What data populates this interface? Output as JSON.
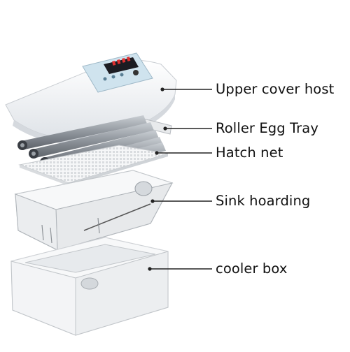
{
  "labels": {
    "upper_cover_host": "Upper cover host",
    "roller_egg_tray": "Roller Egg Tray",
    "hatch_net": "Hatch net",
    "sink_hoarding": "Sink hoarding",
    "cooler_box": "cooler box"
  },
  "colors": {
    "background": "#ffffff",
    "shell": "#f4f5f7",
    "roller": "#8f959c",
    "display_red": "#e03030",
    "display_bg": "#cfe3ee",
    "leader": "#222222"
  }
}
